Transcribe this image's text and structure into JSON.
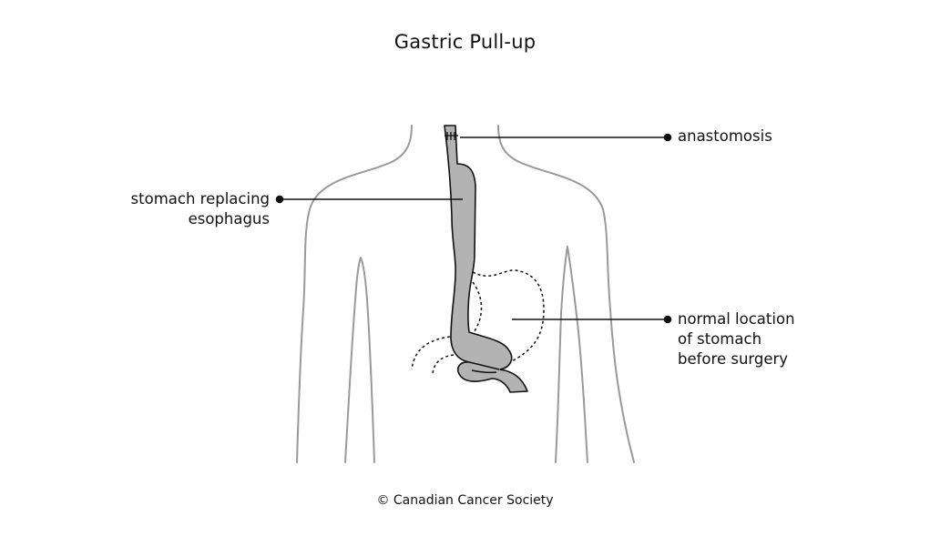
{
  "diagram": {
    "title": "Gastric Pull-up",
    "labels": {
      "anastomosis": "anastomosis",
      "stomach_replacing": "stomach replacing\nesophagus",
      "normal_location": "normal location\nof stomach\nbefore surgery"
    },
    "credit": "© Canadian Cancer Society",
    "colors": {
      "outline": "#999999",
      "organ_fill": "#b3b3b3",
      "leader": "#111111"
    }
  }
}
